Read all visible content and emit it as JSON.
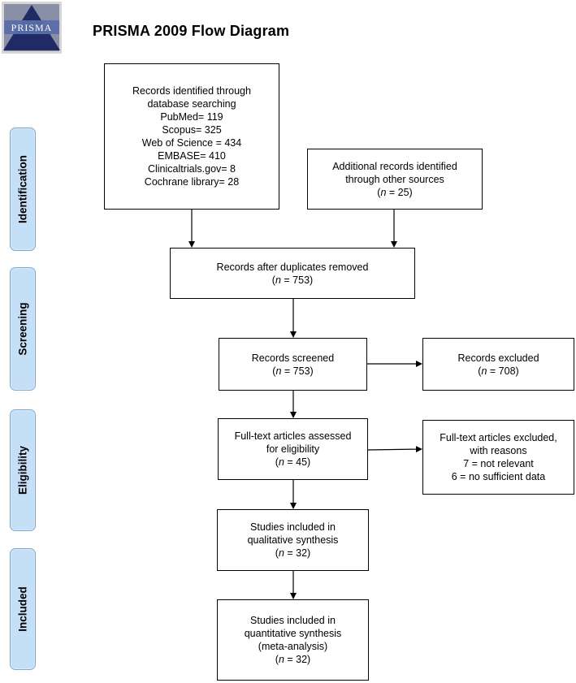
{
  "logo": {
    "text": "PRISMA",
    "colors": {
      "frame": "#cfcfcf",
      "triangle": "#1f2a66",
      "band": "#5a6ea8"
    }
  },
  "title": "PRISMA 2009 Flow Diagram",
  "phases": [
    {
      "label": "Identification"
    },
    {
      "label": "Screening"
    },
    {
      "label": "Eligibility"
    },
    {
      "label": "Included"
    }
  ],
  "boxes": {
    "database_search": {
      "lines": [
        "Records identified through",
        "database searching",
        "PubMed= 119",
        "Scopus= 325",
        "Web of Science = 434",
        "EMBASE= 410",
        "Clinicaltrials.gov= 8",
        "Cochrane library= 28"
      ]
    },
    "other_sources": {
      "lines": [
        "Additional records identified",
        "through other sources"
      ],
      "n_label": "n",
      "n_value": " = 25)"
    },
    "duplicates_removed": {
      "lines": [
        "Records after duplicates removed"
      ],
      "n_label": "n",
      "n_value": " = 753)"
    },
    "screened": {
      "lines": [
        "Records screened"
      ],
      "n_label": "n",
      "n_value": " = 753)"
    },
    "excluded": {
      "lines": [
        "Records excluded"
      ],
      "n_label": "n",
      "n_value": " = 708)"
    },
    "fulltext_assessed": {
      "lines": [
        "Full-text articles assessed",
        "for eligibility"
      ],
      "n_label": "n",
      "n_value": " = 45)"
    },
    "fulltext_excluded": {
      "lines": [
        "Full-text articles excluded,",
        "with reasons",
        "7 = not relevant",
        "6 = no sufficient data"
      ]
    },
    "qualitative": {
      "lines": [
        "Studies included in",
        "qualitative synthesis"
      ],
      "n_label": "n",
      "n_value": " = 32)"
    },
    "quantitative": {
      "lines": [
        "Studies included in",
        "quantitative synthesis",
        "(meta-analysis)"
      ],
      "n_label": "n",
      "n_value": " = 32)"
    }
  },
  "colors": {
    "phase_fill": "#c5dff6",
    "phase_border": "#7ea7cf",
    "line": "#000000"
  }
}
